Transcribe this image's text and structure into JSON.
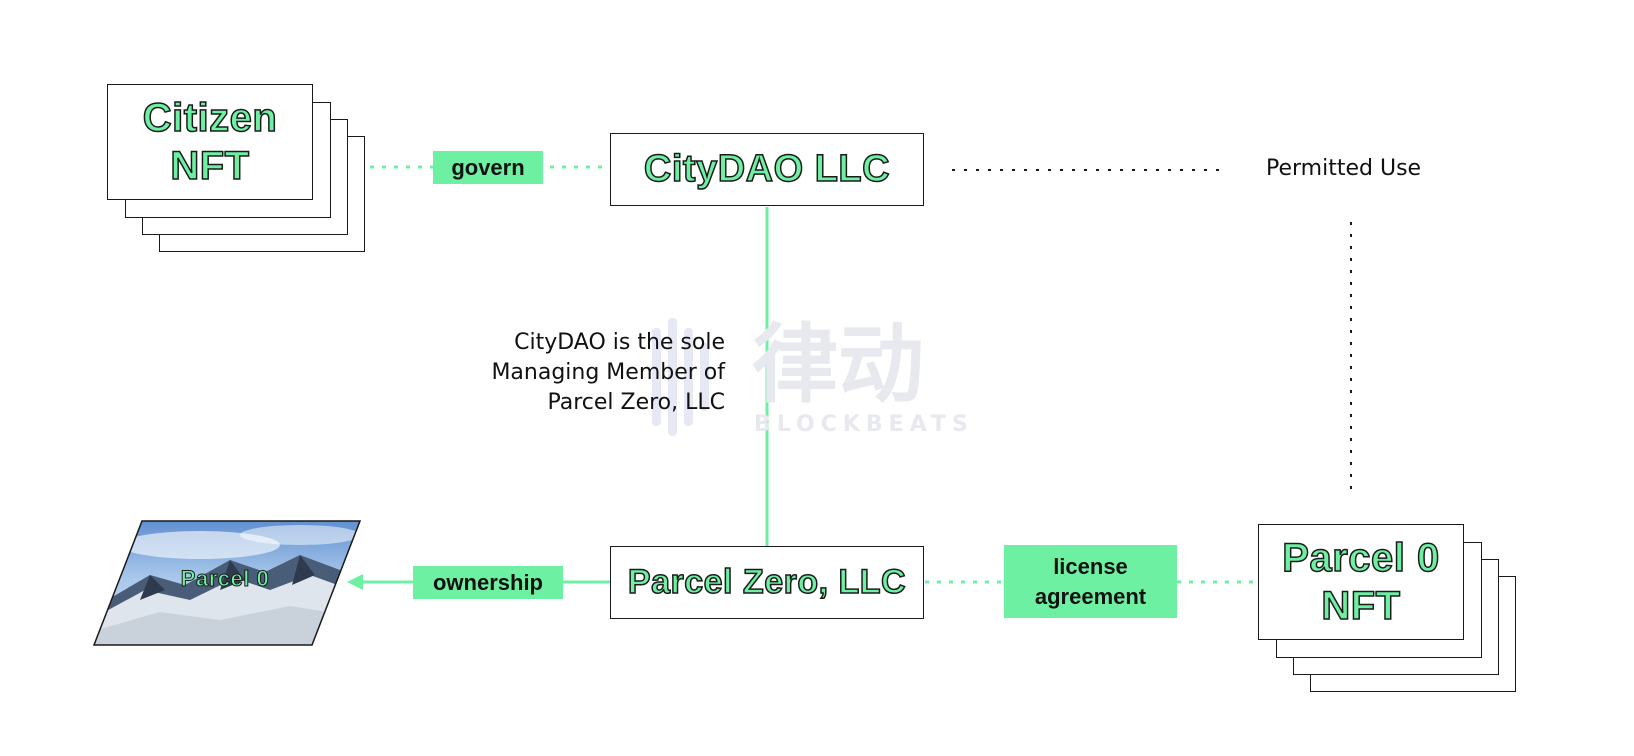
{
  "nodes": {
    "citizen_nft": {
      "line1": "Citizen",
      "line2": "NFT"
    },
    "citydao_llc": {
      "label": "CityDAO LLC"
    },
    "parcel_zero_llc": {
      "label": "Parcel Zero, LLC"
    },
    "parcel0_nft": {
      "line1": "Parcel 0",
      "line2": "NFT"
    },
    "parcel0_land": {
      "label": "Parcel 0"
    }
  },
  "edges": {
    "govern": "govern",
    "ownership": "ownership",
    "license_line1": "license",
    "license_line2": "agreement",
    "permitted_use": "Permitted Use"
  },
  "annotation": {
    "line1": "CityDAO is the sole",
    "line2": "Managing Member of",
    "line3": "Parcel Zero, LLC"
  },
  "watermark": {
    "chinese": "律动",
    "latin": "BLOCKBEATS"
  },
  "colors": {
    "accent": "#6ef0a3",
    "ink": "#1a1a1a"
  }
}
